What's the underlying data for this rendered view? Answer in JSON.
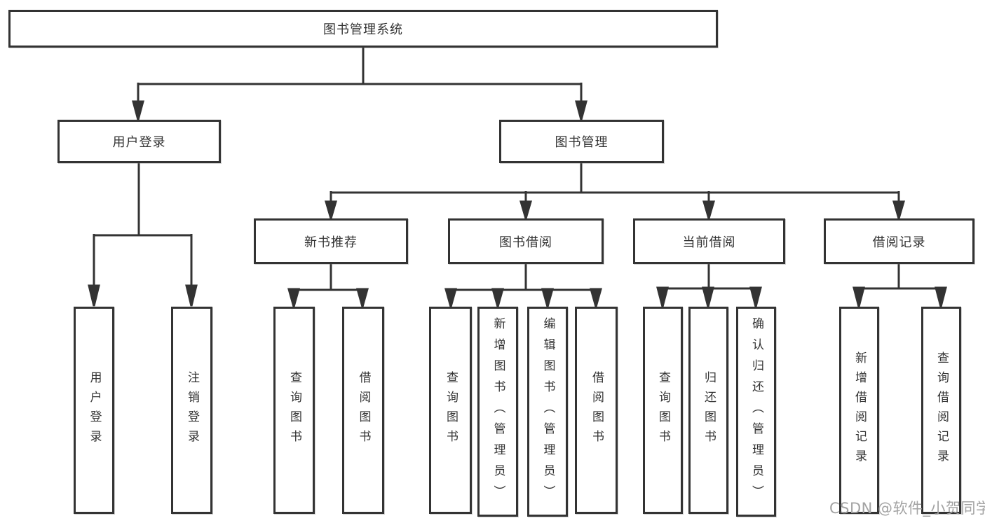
{
  "diagram": {
    "root": "图书管理系统",
    "level1": {
      "user_login": "用户登录",
      "book_management": "图书管理"
    },
    "level2": {
      "new_book_recommend": "新书推荐",
      "book_borrow": "图书借阅",
      "current_borrow": "当前借阅",
      "borrow_records": "借阅记录"
    },
    "leaves": {
      "user_login": {
        "login": "用户登录",
        "logout": "注销登录"
      },
      "new_book_recommend": {
        "query": "查询图书",
        "borrow": "借阅图书"
      },
      "book_borrow": {
        "query": "查询图书",
        "add_admin": "新增图书（管理员）",
        "edit_admin": "编辑图书（管理员）",
        "borrow": "借阅图书"
      },
      "current_borrow": {
        "query": "查询图书",
        "return": "归还图书",
        "confirm_admin": "确认归还（管理员）"
      },
      "borrow_records": {
        "add": "新增借阅记录",
        "query": "查询借阅记录"
      }
    }
  },
  "watermark": "CSDN @软件_小贺同学",
  "colors": {
    "line": "#333333",
    "box_border": "#333333",
    "text": "#333333",
    "background": "#ffffff",
    "watermark": "#a3a3a3"
  }
}
